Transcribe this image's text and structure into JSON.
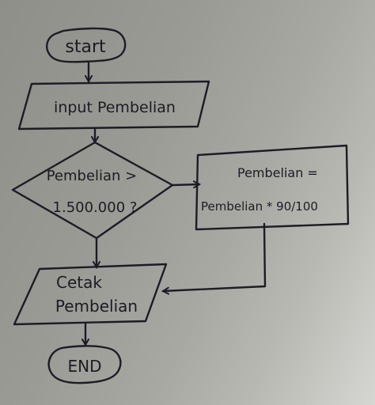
{
  "flowchart": {
    "start": {
      "label": "start"
    },
    "input": {
      "label": "input Pembelian"
    },
    "decision": {
      "line1": "Pembelian >",
      "line2": "1.500.000 ?"
    },
    "process": {
      "line1": "Pembelian =",
      "line2": "Pembelian * 90/100"
    },
    "output": {
      "line1": "Cetak",
      "line2": "Pembelian"
    },
    "end": {
      "label": "END"
    }
  },
  "colors": {
    "ink": "#1c1c26",
    "paper": "#a3a39e"
  }
}
